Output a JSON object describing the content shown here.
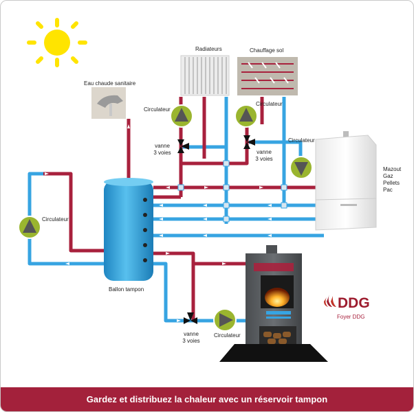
{
  "labels": {
    "eau_chaude": "Eau chaude sanitaire",
    "radiateurs": "Radiateurs",
    "chauffage_sol": "Chauffage sol",
    "circulateur_rad": "Circulateur",
    "circulateur_sol": "Circulateur",
    "circulateur_chaudiere": "Circulateur",
    "circulateur_gauche": "Circulateur",
    "circulateur_foyer": "Circulateur",
    "vanne_gauche": "vanne\n3 voies",
    "vanne_droite": "vanne\n3 voies",
    "vanne_bas": "vanne\n3 voies",
    "chaudiere_types": "Mazout\nGaz\nPellets\nPac",
    "ballon": "Ballon tampon",
    "foyer": "Foyer DDG"
  },
  "brand": {
    "logo_text": "DDG"
  },
  "footer": {
    "caption": "Gardez et distribuez la chaleur avec un réservoir tampon"
  },
  "colors": {
    "hot_pipe": "#a8213d",
    "cold_pipe": "#37a4e2",
    "pump": "#9ab52f",
    "footer": "#a3213b",
    "sun": "#ffe400",
    "tank": "#3aa9e0"
  }
}
